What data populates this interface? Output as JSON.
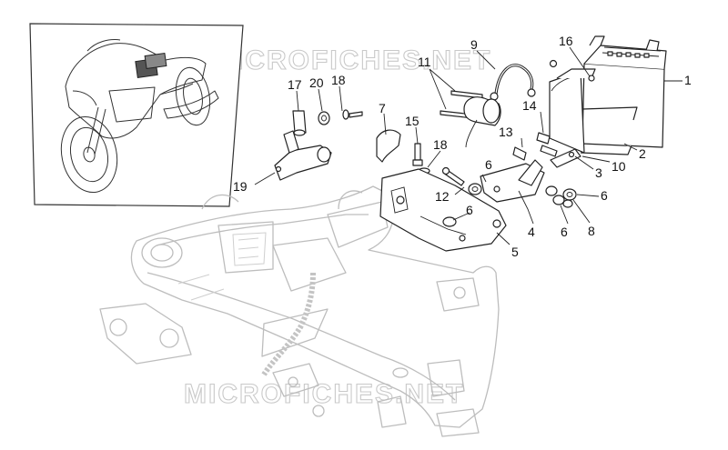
{
  "watermark_top": "MICROFICHES.NET",
  "watermark_bottom": "MICROFICHES.NET",
  "callouts": [
    {
      "id": "c1",
      "text": "1"
    },
    {
      "id": "c2",
      "text": "2"
    },
    {
      "id": "c3",
      "text": "3"
    },
    {
      "id": "c4",
      "text": "4"
    },
    {
      "id": "c5",
      "text": "5"
    },
    {
      "id": "c6a",
      "text": "6"
    },
    {
      "id": "c6b",
      "text": "6"
    },
    {
      "id": "c6c",
      "text": "6"
    },
    {
      "id": "c6d",
      "text": "6"
    },
    {
      "id": "c7",
      "text": "7"
    },
    {
      "id": "c8",
      "text": "8"
    },
    {
      "id": "c9",
      "text": "9"
    },
    {
      "id": "c10",
      "text": "10"
    },
    {
      "id": "c11",
      "text": "11"
    },
    {
      "id": "c12",
      "text": "12"
    },
    {
      "id": "c13",
      "text": "13"
    },
    {
      "id": "c14",
      "text": "14"
    },
    {
      "id": "c15",
      "text": "15"
    },
    {
      "id": "c16",
      "text": "16"
    },
    {
      "id": "c17",
      "text": "17"
    },
    {
      "id": "c18a",
      "text": "18"
    },
    {
      "id": "c18b",
      "text": "18"
    },
    {
      "id": "c19",
      "text": "19"
    },
    {
      "id": "c20",
      "text": "20"
    }
  ]
}
